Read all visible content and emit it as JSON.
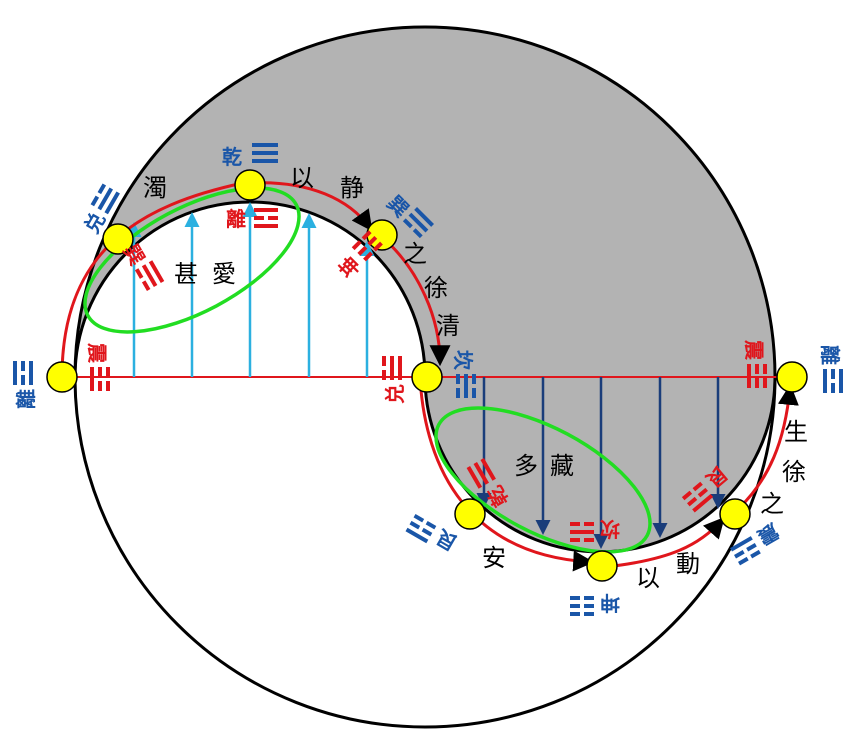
{
  "colors": {
    "shade": "#b3b3b3",
    "outline": "#000000",
    "red_path": "#e0161c",
    "green_loop": "#22dd22",
    "light_arrows": "#2bb0e0",
    "dark_arrows": "#1a3d7a",
    "node_fill": "#ffff00",
    "blue_label": "#1a56a8",
    "red_label": "#e0161c"
  },
  "phrase_1": [
    "濁",
    "以",
    "静",
    "之",
    "徐",
    "清"
  ],
  "phrase_2": [
    "甚",
    "愛"
  ],
  "phrase_3": [
    "多",
    "藏"
  ],
  "phrase_4": [
    "安",
    "以",
    "動",
    "之",
    "徐",
    "生"
  ],
  "outer_labels": {
    "qian": "乾",
    "dui_left": "兑",
    "xun_upper": "巽",
    "li_left": "離",
    "kan_center": "坎",
    "gen": "艮",
    "kun": "坤",
    "zhen_lower": "震",
    "li_right": "離"
  },
  "inner_labels": {
    "li_top": "離",
    "xun_upper": "巽",
    "kun_upper": "坤",
    "zhen_left": "震",
    "dui_center": "兑",
    "qian_lower": "乾",
    "kan_lower": "坎",
    "gen_lower": "艮",
    "zhen_right": "震"
  },
  "trigram_icons": {
    "qian": "trigram-qian-icon",
    "dui": "trigram-dui-icon",
    "li": "trigram-li-icon",
    "zhen": "trigram-zhen-icon",
    "xun": "trigram-xun-icon",
    "kan": "trigram-kan-icon",
    "gen": "trigram-gen-icon",
    "kun": "trigram-kun-icon"
  }
}
